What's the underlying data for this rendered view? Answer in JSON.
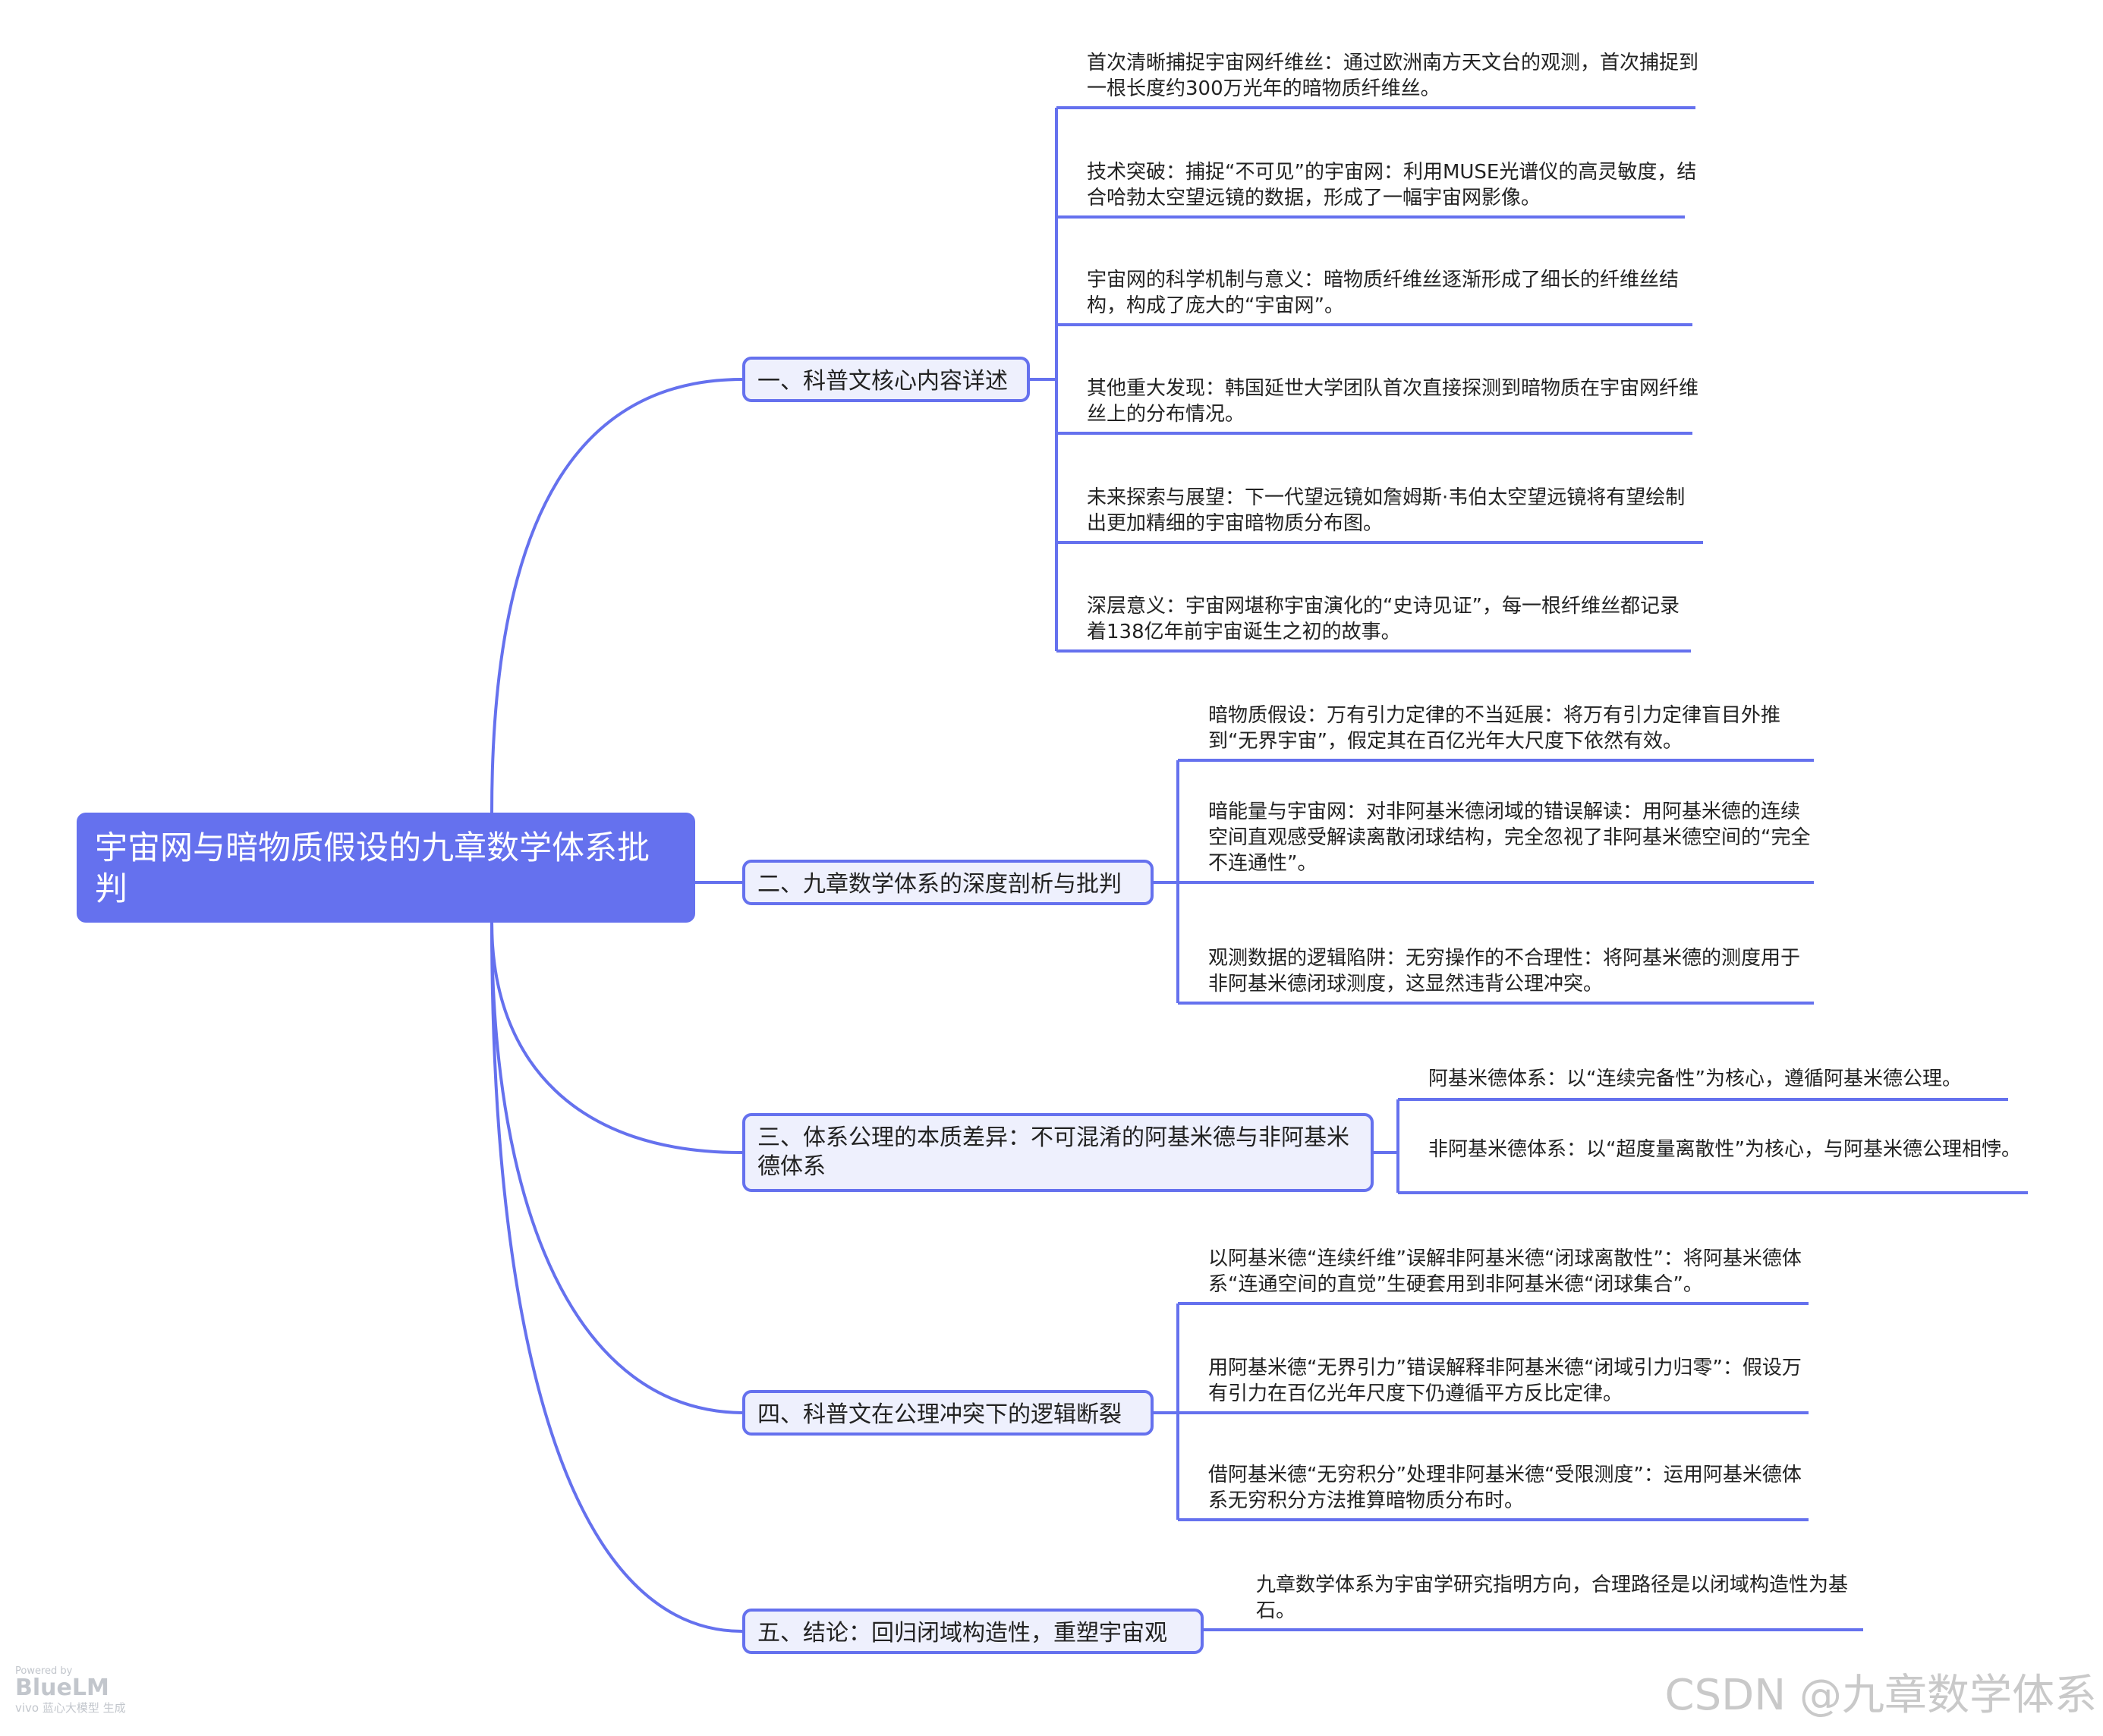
{
  "root": {
    "title": "宇宙网与暗物质假设的九章数学体系批判"
  },
  "branches": [
    {
      "label": "一、科普文核心内容详述",
      "leaves": [
        "首次清晰捕捉宇宙网纤维丝：通过欧洲南方天文台的观测，首次捕捉到一根长度约300万光年的暗物质纤维丝。",
        "技术突破：捕捉“不可见”的宇宙网：利用MUSE光谱仪的高灵敏度，结合哈勃太空望远镜的数据，形成了一幅宇宙网影像。",
        "宇宙网的科学机制与意义：暗物质纤维丝逐渐形成了细长的纤维丝结构，构成了庞大的“宇宙网”。",
        "其他重大发现：韩国延世大学团队首次直接探测到暗物质在宇宙网纤维丝上的分布情况。",
        "未来探索与展望：下一代望远镜如詹姆斯·韦伯太空望远镜将有望绘制出更加精细的宇宙暗物质分布图。",
        "深层意义：宇宙网堪称宇宙演化的“史诗见证”，每一根纤维丝都记录着138亿年前宇宙诞生之初的故事。"
      ]
    },
    {
      "label": "二、九章数学体系的深度剖析与批判",
      "leaves": [
        "暗物质假设：万有引力定律的不当延展：将万有引力定律盲目外推到“无界宇宙”，假定其在百亿光年大尺度下依然有效。",
        "暗能量与宇宙网：对非阿基米德闭域的错误解读：用阿基米德的连续空间直观感受解读离散闭球结构，完全忽视了非阿基米德空间的“完全不连通性”。",
        "观测数据的逻辑陷阱：无穷操作的不合理性：将阿基米德的测度用于非阿基米德闭球测度，这显然违背公理冲突。"
      ]
    },
    {
      "label": "三、体系公理的本质差异：不可混淆的阿基米德与非阿基米德体系",
      "leaves": [
        "阿基米德体系：以“连续完备性”为核心，遵循阿基米德公理。",
        "非阿基米德体系：以“超度量离散性”为核心，与阿基米德公理相悖。"
      ]
    },
    {
      "label": "四、科普文在公理冲突下的逻辑断裂",
      "leaves": [
        "以阿基米德“连续纤维”误解非阿基米德“闭球离散性”：将阿基米德体系“连通空间的直觉”生硬套用到非阿基米德“闭球集合”。",
        "用阿基米德“无界引力”错误解释非阿基米德“闭域引力归零”：假设万有引力在百亿光年尺度下仍遵循平方反比定律。",
        "借阿基米德“无穷积分”处理非阿基米德“受限测度”：运用阿基米德体系无穷积分方法推算暗物质分布时。"
      ]
    },
    {
      "label": "五、结论：回归闭域构造性，重塑宇宙观",
      "leaves": [
        "九章数学体系为宇宙学研究指明方向，合理路径是以闭域构造性为基石。"
      ]
    }
  ],
  "watermarks": {
    "csdn": "CSDN @九章数学体系",
    "bluelm_powered": "Powered by",
    "bluelm_brand": "BlueLM",
    "bluelm_vivo": "vivo 蓝心大模型 生成"
  },
  "colors": {
    "accent": "#6571ee",
    "branch_fill": "#eef0fd",
    "text": "#222222"
  }
}
